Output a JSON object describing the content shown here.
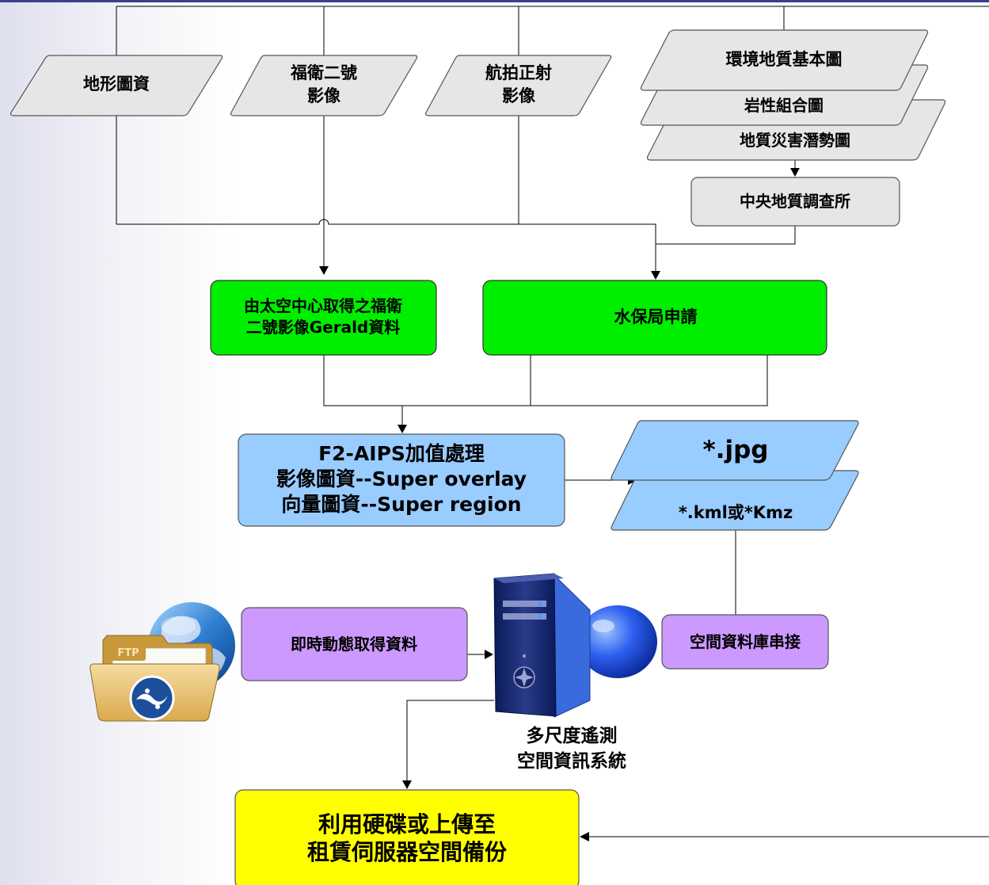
{
  "sources": {
    "topo": "地形圖資",
    "formosat_line1": "福衛二號",
    "formosat_line2": "影像",
    "aerial_line1": "航拍正射",
    "aerial_line2": "影像",
    "env_geo": "環境地質基本圖",
    "lithology": "岩性組合圖",
    "hazard": "地質災害潛勢圖",
    "cgs": "中央地質調查所"
  },
  "green": {
    "nspo_line1": "由太空中心取得之福衛",
    "nspo_line2": "二號影像Gerald資料",
    "swcb": "水保局申請"
  },
  "aips": {
    "line1": "F2-AIPS加值處理",
    "line2": "影像圖資--Super overlay",
    "line3": "向量圖資--Super region"
  },
  "outputs": {
    "jpg": "*.jpg",
    "kml": "*.kml或*Kmz"
  },
  "purple": {
    "realtime": "即時動態取得資料",
    "db": "空間資料庫串接"
  },
  "ftp_label": "FTP",
  "system": {
    "line1": "多尺度遙測",
    "line2": "空間資訊系統"
  },
  "backup": {
    "line1": "利用硬碟或上傳至",
    "line2": "租賃伺服器空間備份"
  },
  "colors": {
    "gray_fill": "#e6e6e6",
    "green_fill": "#00ee00",
    "blue_fill": "#99ccff",
    "purple_fill": "#cc99ff",
    "yellow_fill": "#ffff00"
  },
  "icons": [
    "ftp-folder-icon",
    "globe-icon",
    "server-tower-icon"
  ]
}
